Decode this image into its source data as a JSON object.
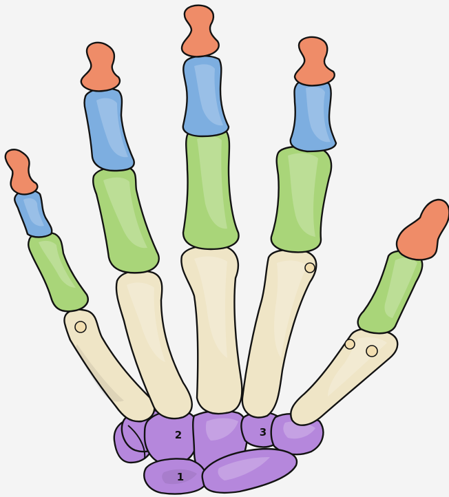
{
  "palette": {
    "background": "#f4f4f4",
    "distal_phalanx": "#ef8c68",
    "middle_phalanx": "#7daee0",
    "proximal_phalanx": "#a9d579",
    "metacarpal": "#efe5c6",
    "carpal": "#b587dc"
  },
  "labels": {
    "one": "1",
    "two": "2",
    "three": "3"
  }
}
